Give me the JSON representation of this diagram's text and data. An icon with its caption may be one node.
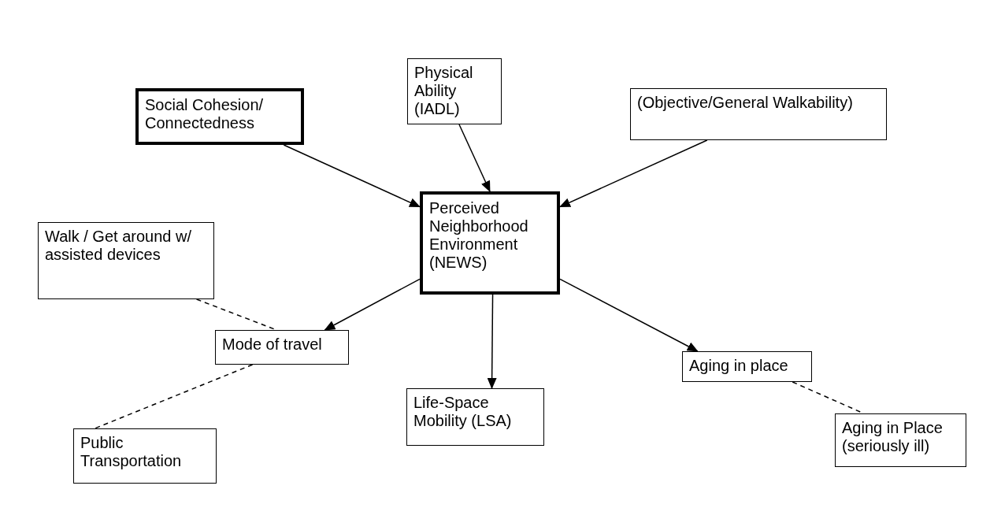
{
  "diagram": {
    "nodes": [
      {
        "text": [
          "Social Cohesion/ Connectedness"
        ]
      },
      {
        "text": [
          "Physical Ability (IADL)"
        ]
      },
      {
        "text": [
          "(Objective/General Walkability)"
        ]
      },
      {
        "text": [
          "Perceived Neighborhood Environment (NEWS)"
        ]
      },
      {
        "text": [
          "Walk / Get around w/ assisted devices"
        ]
      },
      {
        "text": [
          "Mode of travel"
        ]
      },
      {
        "text": [
          "Life-Space Mobility (LSA)"
        ]
      },
      {
        "text": [
          "Aging in place"
        ]
      },
      {
        "text": [
          "Public Transportation"
        ]
      },
      {
        "text": [
          "Aging in Place (seriously ill)"
        ]
      }
    ],
    "edges": [
      {
        "from": 0,
        "to": 3,
        "arrow": "to"
      },
      {
        "from": 1,
        "to": 3,
        "arrow": "to"
      },
      {
        "from": 2,
        "to": 3,
        "arrow": "to"
      },
      {
        "from": 3,
        "to": 5,
        "arrow": "to"
      },
      {
        "from": 3,
        "to": 6,
        "arrow": "to"
      },
      {
        "from": 3,
        "to": 7,
        "arrow": "to"
      },
      {
        "from": 4,
        "to": 5,
        "arrow": "none",
        "style": "dashed"
      },
      {
        "from": 5,
        "to": 8,
        "arrow": "none",
        "style": "dashed"
      },
      {
        "from": 7,
        "to": 9,
        "arrow": "none",
        "style": "dashed"
      }
    ]
  }
}
